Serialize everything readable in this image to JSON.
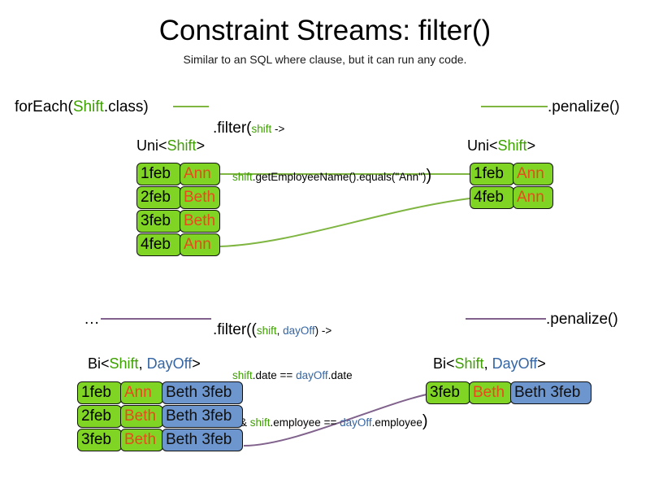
{
  "slide": {
    "title": "Constraint Streams: filter()",
    "subtitle": "Similar to an SQL where clause, but it can run any code."
  },
  "colors": {
    "shift_green_text": "#3da000",
    "dayoff_blue_text": "#3465a4",
    "cell_green_fill": "#7fd424",
    "cell_blue_fill": "#6d96ce",
    "name_orange_text": "#e8491d",
    "connector_green": "#7fb541",
    "connector_purple": "#80628c",
    "background": "#ffffff"
  },
  "row1": {
    "source_label": {
      "prefix": "forEach(",
      "type": "Shift",
      "suffix": ".class)"
    },
    "filter": {
      "line1_prefix": ".filter(",
      "line1_param": "shift",
      "line1_suffix": " ->",
      "line2_param": "shift",
      "line2_body": ".getEmployeeName().equals(\"Ann\")",
      "line2_close": ")"
    },
    "terminal_label": ".penalize()",
    "input_header": {
      "prefix": "Uni<",
      "type": "Shift",
      "suffix": ">"
    },
    "output_header": {
      "prefix": "Uni<",
      "type": "Shift",
      "suffix": ">"
    },
    "input_rows": [
      {
        "date": "1feb",
        "name": "Ann"
      },
      {
        "date": "2feb",
        "name": "Beth"
      },
      {
        "date": "3feb",
        "name": "Beth"
      },
      {
        "date": "4feb",
        "name": "Ann"
      }
    ],
    "output_rows": [
      {
        "date": "1feb",
        "name": "Ann"
      },
      {
        "date": "4feb",
        "name": "Ann"
      }
    ]
  },
  "row2": {
    "source_label": "...",
    "filter": {
      "line1_prefix": ".filter((",
      "line1_param_a": "shift",
      "line1_comma": ", ",
      "line1_param_b": "dayOff",
      "line1_suffix": ") ->",
      "line2_param_a": "shift",
      "line2_mid": ".date == ",
      "line2_param_b": "dayOff",
      "line2_tail": ".date",
      "line3_prefix": "&& ",
      "line3_param_a": "shift",
      "line3_mid": ".employee == ",
      "line3_param_b": "dayOff",
      "line3_tail": ".employee",
      "line3_close": ")"
    },
    "terminal_label": ".penalize()",
    "input_header": {
      "prefix": "Bi<",
      "type_a": "Shift",
      "comma": ", ",
      "type_b": "DayOff",
      "suffix": ">"
    },
    "output_header": {
      "prefix": "Bi<",
      "type_a": "Shift",
      "comma": ", ",
      "type_b": "DayOff",
      "suffix": ">"
    },
    "input_rows": [
      {
        "date": "1feb",
        "name": "Ann",
        "dayoff": "Beth 3feb"
      },
      {
        "date": "2feb",
        "name": "Beth",
        "dayoff": "Beth 3feb"
      },
      {
        "date": "3feb",
        "name": "Beth",
        "dayoff": "Beth 3feb"
      }
    ],
    "output_rows": [
      {
        "date": "3feb",
        "name": "Beth",
        "dayoff": "Beth 3feb"
      }
    ]
  }
}
